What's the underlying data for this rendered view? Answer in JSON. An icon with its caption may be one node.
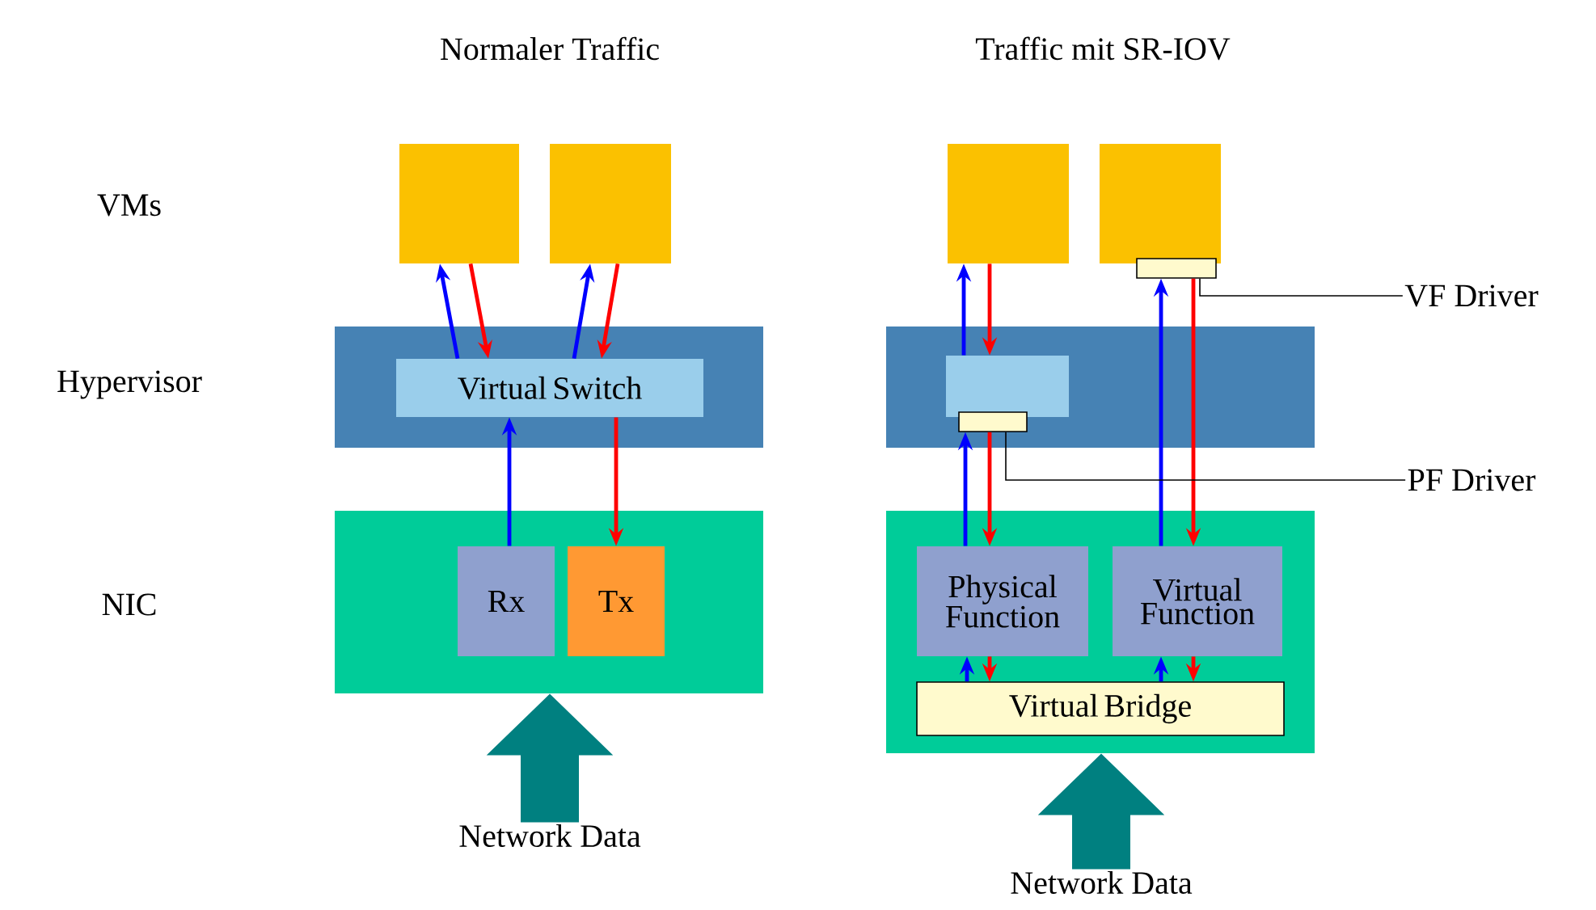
{
  "diagram": {
    "nodes": [
      {
        "text": [],
        "shape": "box"
      },
      {
        "text": [],
        "shape": "box"
      },
      {
        "text": [],
        "shape": "box"
      },
      {
        "text": [
          "Virtual Switch"
        ],
        "in": 2
      },
      {
        "text": [],
        "shape": "box"
      },
      {
        "text": [
          "Rx"
        ],
        "in": 4
      },
      {
        "text": [
          "Tx"
        ],
        "in": 4
      },
      {
        "text": [
          "Network Data"
        ]
      },
      {
        "text": [],
        "shape": "box"
      },
      {
        "text": [],
        "shape": "box"
      },
      {
        "text": [],
        "shape": "box"
      },
      {
        "text": [
          "VF Driver"
        ]
      },
      {
        "text": [],
        "shape": "box"
      },
      {
        "text": [],
        "shape": "box",
        "in": 12
      },
      {
        "text": [],
        "shape": "box",
        "in": 12
      },
      {
        "text": [
          "PF Driver"
        ]
      },
      {
        "text": [],
        "shape": "box"
      },
      {
        "text": [
          "Physical Function"
        ],
        "in": 16
      },
      {
        "text": [
          "Virtual Function"
        ],
        "in": 16
      },
      {
        "text": [
          "Virtual Bridge"
        ],
        "in": 16
      },
      {
        "text": [
          "Network Data"
        ]
      }
    ],
    "edges": [
      {
        "from": 3,
        "to": 0,
        "arrow": "to",
        "color": "#0000ff"
      },
      {
        "from": 0,
        "to": 3,
        "arrow": "to",
        "color": "#ff0000"
      },
      {
        "from": 3,
        "to": 1,
        "arrow": "to",
        "color": "#0000ff"
      },
      {
        "from": 1,
        "to": 3,
        "arrow": "to",
        "color": "#ff0000"
      },
      {
        "from": 5,
        "to": 3,
        "arrow": "to",
        "color": "#0000ff"
      },
      {
        "from": 3,
        "to": 6,
        "arrow": "to",
        "color": "#ff0000"
      },
      {
        "from": 7,
        "to": 4,
        "arrow": "to",
        "style": "thick",
        "color": "#008080"
      },
      {
        "from": 13,
        "to": 8,
        "arrow": "to",
        "color": "#0000ff"
      },
      {
        "from": 8,
        "to": 13,
        "arrow": "to",
        "color": "#ff0000"
      },
      {
        "from": 17,
        "to": 14,
        "arrow": "to",
        "color": "#0000ff"
      },
      {
        "from": 14,
        "to": 17,
        "arrow": "to",
        "color": "#ff0000"
      },
      {
        "from": 18,
        "to": 10,
        "arrow": "to",
        "color": "#0000ff"
      },
      {
        "from": 10,
        "to": 18,
        "arrow": "to",
        "color": "#ff0000"
      },
      {
        "from": 19,
        "to": 17,
        "arrow": "to",
        "color": "#0000ff"
      },
      {
        "from": 17,
        "to": 19,
        "arrow": "to",
        "color": "#ff0000"
      },
      {
        "from": 19,
        "to": 18,
        "arrow": "to",
        "color": "#0000ff"
      },
      {
        "from": 18,
        "to": 19,
        "arrow": "to",
        "color": "#ff0000"
      },
      {
        "from": 20,
        "to": 16,
        "arrow": "to",
        "style": "thick",
        "color": "#008080"
      },
      {
        "from": 11,
        "to": 10,
        "arrow": "none",
        "color": "#000000"
      },
      {
        "from": 15,
        "to": 14,
        "arrow": "none",
        "color": "#000000"
      }
    ],
    "labels": [
      "Normaler Traffic",
      "Traffic mit SR-IOV",
      "VMs",
      "Hypervisor",
      "NIC"
    ]
  }
}
